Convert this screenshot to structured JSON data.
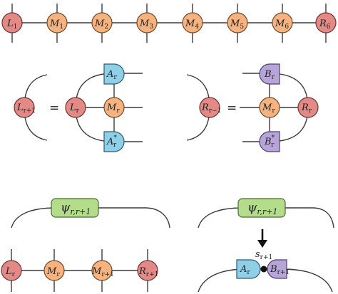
{
  "mps_chain": {
    "left": {
      "base": "L",
      "sub": "1"
    },
    "sites": [
      {
        "base": "M",
        "sub": "1"
      },
      {
        "base": "M",
        "sub": "2"
      },
      {
        "base": "M",
        "sub": "3"
      },
      {
        "base": "M",
        "sub": "4"
      },
      {
        "base": "M",
        "sub": "5"
      },
      {
        "base": "M",
        "sub": "6"
      }
    ],
    "right": {
      "base": "R",
      "sub": "6"
    }
  },
  "left_env": {
    "lhs": {
      "base": "L",
      "sub": "r+1"
    },
    "equals": "=",
    "env": {
      "base": "L",
      "sub": "r"
    },
    "mpo": {
      "base": "M",
      "sub": "r"
    },
    "ket": {
      "base": "A",
      "sub": "r"
    },
    "bra": {
      "base": "A",
      "sup": "*",
      "sub": "r"
    }
  },
  "right_env": {
    "lhs": {
      "base": "R",
      "sub": "r−1"
    },
    "equals": "=",
    "mpo": {
      "base": "M",
      "sub": "r"
    },
    "env": {
      "base": "R",
      "sub": "r"
    },
    "ket": {
      "base": "B",
      "sub": "r"
    },
    "bra": {
      "base": "B",
      "sup": "*",
      "sub": "r"
    }
  },
  "two_site": {
    "psi": {
      "base": "ψ",
      "sub": "r,r+1"
    },
    "left": {
      "base": "L",
      "sub": "r"
    },
    "m1": {
      "base": "M",
      "sub": "r"
    },
    "m2": {
      "base": "M",
      "sub": "r+1"
    },
    "right": {
      "base": "R",
      "sub": "r+1"
    }
  },
  "svd": {
    "psi": {
      "base": "ψ",
      "sub": "r,r+1"
    },
    "arrow": "↓",
    "sv": {
      "base": "s",
      "sub": "r+1"
    },
    "a": {
      "base": "A",
      "sub": "r"
    },
    "b": {
      "base": "B",
      "sub": "r+1"
    }
  },
  "colors": {
    "env_red": "#e48a86",
    "mpo_orange": "#f6b27f",
    "left_canonical_blue": "#8fd0e8",
    "right_canonical_purple": "#b7a4d9",
    "wavefunction_green": "#b4dd8b"
  }
}
